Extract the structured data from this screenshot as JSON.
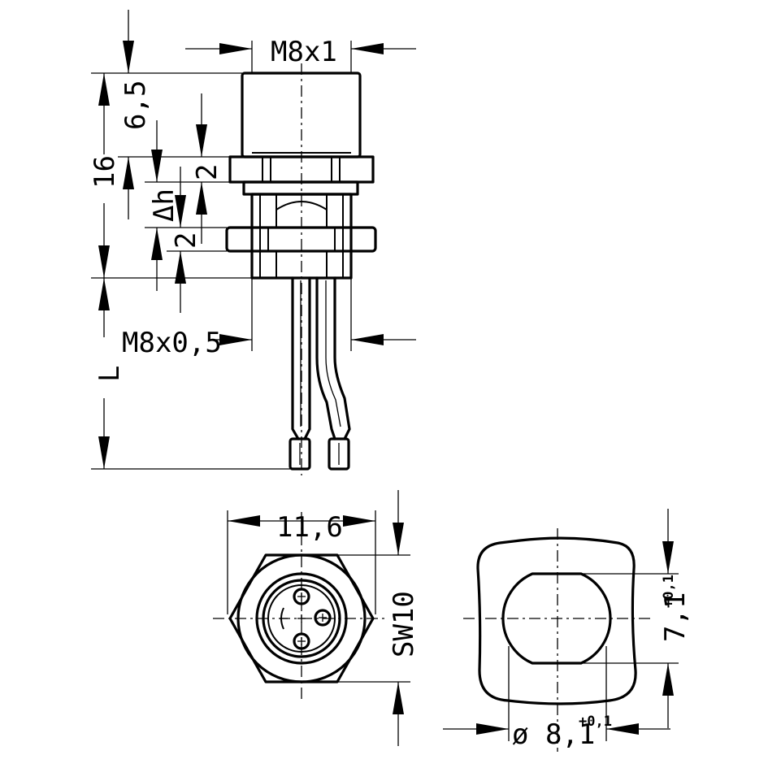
{
  "labels": {
    "thread_top": "M8x1",
    "height_top": "6,5",
    "height_total": "16",
    "flange": "2",
    "delta_h": "Δh",
    "nut": "2",
    "thread_bottom": "M8x0,5",
    "length": "L",
    "width": "11,6",
    "wrench": "SW10",
    "cutout_height": "7,1",
    "cutout_height_tol": "+0,1",
    "cutout_diameter": "ø 8,1",
    "cutout_diameter_tol": "+0,1"
  }
}
